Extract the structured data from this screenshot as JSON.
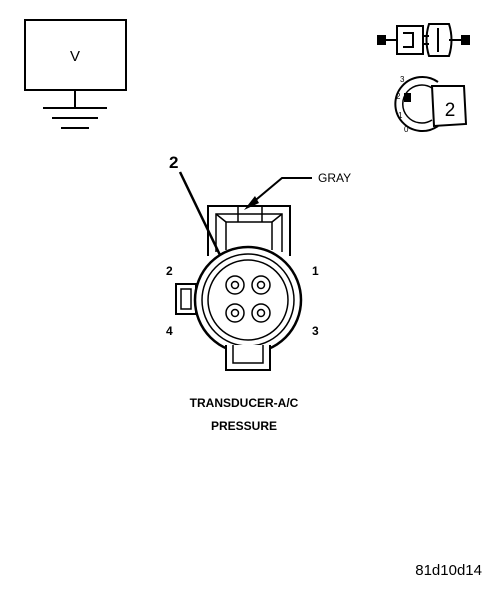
{
  "meter": {
    "symbol": "V"
  },
  "probe_badge": {
    "scale": [
      "3",
      "2",
      "1",
      "0"
    ],
    "number": "2"
  },
  "callout": {
    "wire_color": "GRAY",
    "pointer_number": "2"
  },
  "pins": {
    "top_left": "2",
    "top_right": "1",
    "bottom_left": "4",
    "bottom_right": "3"
  },
  "caption": {
    "line1": "TRANSDUCER-A/C",
    "line2": "PRESSURE"
  },
  "figure_id": "81d10d14"
}
